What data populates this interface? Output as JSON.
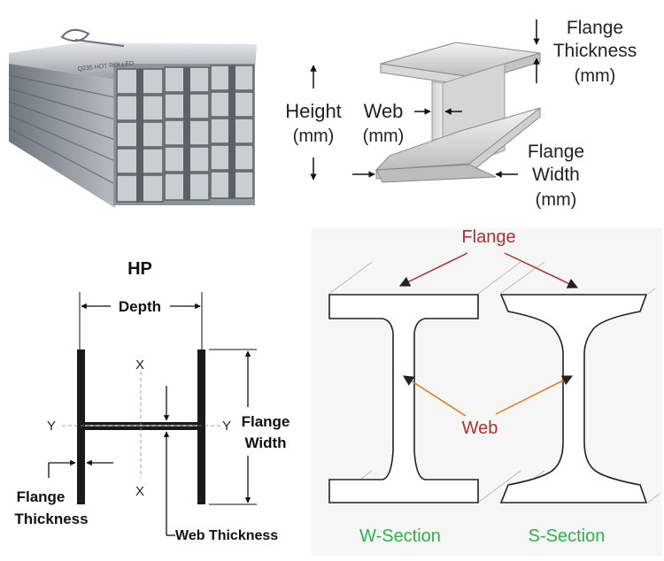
{
  "photo": {
    "stamp_text": "Q235 HOT ROLLED"
  },
  "beam3d": {
    "height_label": "Height",
    "height_unit": "(mm)",
    "web_label": "Web",
    "web_unit": "(mm)",
    "flange_thickness_line1": "Flange",
    "flange_thickness_line2": "Thickness",
    "flange_thickness_unit": "(mm)",
    "flange_width_line1": "Flange",
    "flange_width_line2": "Width",
    "flange_width_unit": "(mm)"
  },
  "hp": {
    "title": "HP",
    "depth_label": "Depth",
    "axis_x_top": "X",
    "axis_x_bottom": "X",
    "axis_y_left": "Y",
    "axis_y_right": "Y",
    "flange_width_line1": "Flange",
    "flange_width_line2": "Width",
    "flange_thickness_line1": "Flange",
    "flange_thickness_line2": "Thickness",
    "web_thickness_label": "Web Thickness"
  },
  "sections": {
    "flange_label": "Flange",
    "web_label": "Web",
    "w_section_label": "W-Section",
    "s_section_label": "S-Section",
    "colors": {
      "flange_arrow": "#b0302e",
      "web_arrow": "#e07a1f",
      "section_label": "#2fb04a"
    }
  }
}
